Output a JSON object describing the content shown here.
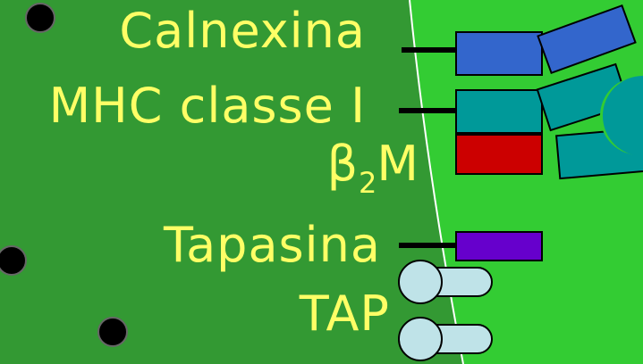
{
  "colors": {
    "cytosol": "#339933",
    "er_lumen": "#33cc33",
    "membrane": "#ffffff",
    "label_text": "#ffff66",
    "calnexin": "#3366cc",
    "mhc_heavy_chain": "#009999",
    "beta2m": "#cc0000",
    "tapasin": "#6600cc",
    "tap": "#bfe3e8",
    "connector": "#000000",
    "ribosome_dot": "#000000"
  },
  "labels": {
    "calnexina": "Calnexina",
    "mhc": "MHC classe I",
    "b2m_symbol": "β",
    "b2m_subscript": "2",
    "b2m_letter": "M",
    "tapasina": "Tapasina",
    "tap": "TAP"
  }
}
